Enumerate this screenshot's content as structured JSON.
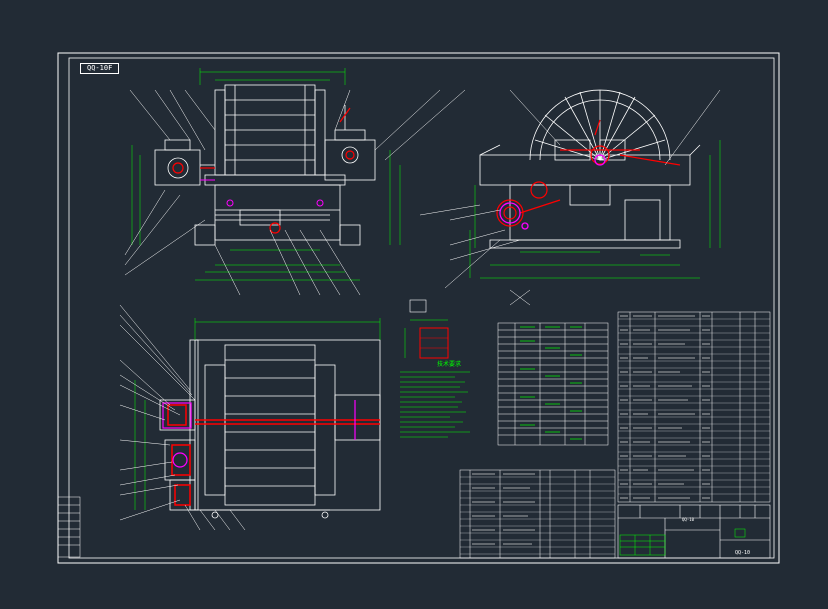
{
  "drawing": {
    "model_tag": "QQ-10F",
    "notes_title": "技术要求",
    "title_block_label": "QQ-10",
    "drawing_no": "QQ-10"
  },
  "colors": {
    "background": "#222b35",
    "frame": "#ffffff",
    "outline": "#ffffff",
    "dimension": "#00ff00",
    "section": "#ff0000",
    "accent": "#ff00ff",
    "centerline": "#ffff00",
    "cyan": "#00ffff"
  }
}
